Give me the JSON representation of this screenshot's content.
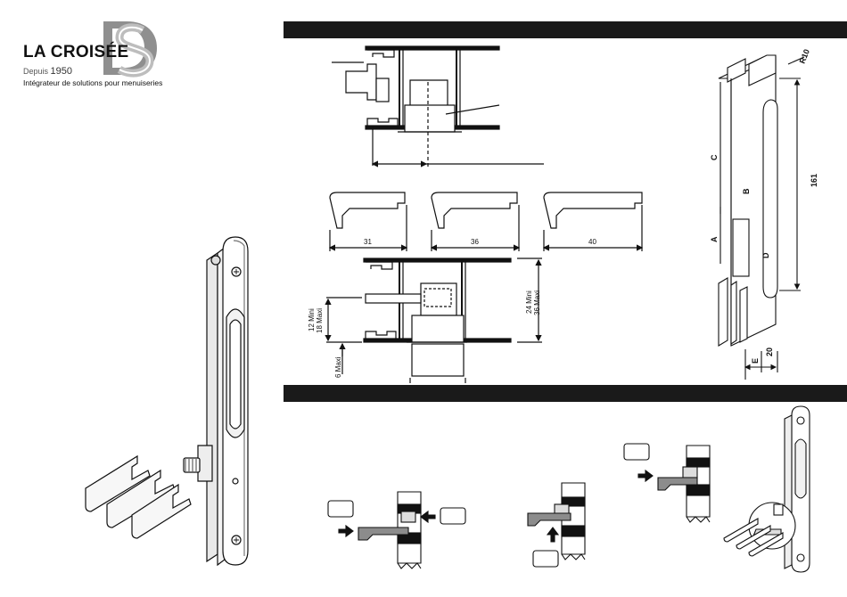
{
  "brand": {
    "name": "LA CROISÉE",
    "since_prefix": "Depuis",
    "since_year": "1950",
    "tagline": "Intégrateur de solutions pour menuiseries",
    "monogram": "DS"
  },
  "section1": {
    "bar_color": "#1a1a1a",
    "keeper_widths": [
      "31",
      "36",
      "40"
    ],
    "clearance_min": "12 Mini",
    "clearance_max": "18 Maxi",
    "profile_min": "24 Mini",
    "profile_max": "36 Maxi",
    "offset_max": "6 Maxi"
  },
  "perspective": {
    "radius": "R10",
    "length": "161",
    "width": "20",
    "dim_a": "A",
    "dim_b": "B",
    "dim_c": "C",
    "dim_d": "D",
    "dim_e": "E"
  },
  "section2": {
    "bar_color": "#1a1a1a",
    "step_boxes": [
      "",
      "",
      "",
      ""
    ]
  },
  "icons": [
    "arrow-right-icon",
    "arrow-left-icon",
    "arrow-up-icon",
    "screw-icon"
  ]
}
